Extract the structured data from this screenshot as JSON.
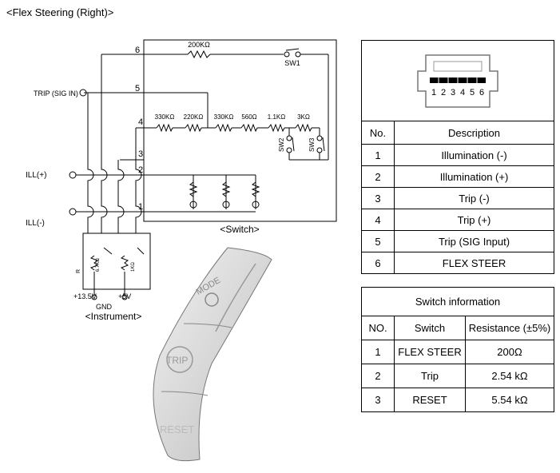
{
  "title": "<Flex Steering  (Right)>",
  "schematic": {
    "pin_numbers": [
      "6",
      "5",
      "4",
      "3",
      "2",
      "1"
    ],
    "trip_label": "TRIP (SIG IN)",
    "ill_plus_label": "ILL(+)",
    "ill_minus_label": "ILL(-)",
    "resistor_top": "200KΩ",
    "sw1_label": "SW1",
    "resistors": [
      "330KΩ",
      "220KΩ",
      "330KΩ",
      "560Ω",
      "1.1KΩ",
      "3KΩ"
    ],
    "sw2_label": "SW2",
    "sw3_label": "SW3",
    "switch_caption": "<Switch>",
    "instrument": {
      "r_label": "R",
      "r1_value": "6.7KΩ",
      "r2_value": "1KΩ",
      "v1": "+13.5V",
      "v2": "+5V",
      "gnd": "GND",
      "caption": "<Instrument>"
    }
  },
  "illustration": {
    "mode": "MODE",
    "trip": "TRIP",
    "reset": "RESET"
  },
  "pin_table": {
    "connector_pins": [
      "1",
      "2",
      "3",
      "4",
      "5",
      "6"
    ],
    "headers": [
      "No.",
      "Description"
    ],
    "rows": [
      {
        "no": "1",
        "desc": "Illumination (-)"
      },
      {
        "no": "2",
        "desc": "Illumination (+)"
      },
      {
        "no": "3",
        "desc": "Trip (-)"
      },
      {
        "no": "4",
        "desc": "Trip (+)"
      },
      {
        "no": "5",
        "desc": "Trip (SIG Input)"
      },
      {
        "no": "6",
        "desc": "FLEX STEER"
      }
    ]
  },
  "switch_table": {
    "title": "Switch information",
    "headers": [
      "NO.",
      "Switch",
      "Resistance (±5%)"
    ],
    "rows": [
      {
        "no": "1",
        "switch": "FLEX STEER",
        "resistance": "200Ω"
      },
      {
        "no": "2",
        "switch": "Trip",
        "resistance": "2.54 kΩ"
      },
      {
        "no": "3",
        "switch": "RESET",
        "resistance": "5.54 kΩ"
      }
    ]
  }
}
